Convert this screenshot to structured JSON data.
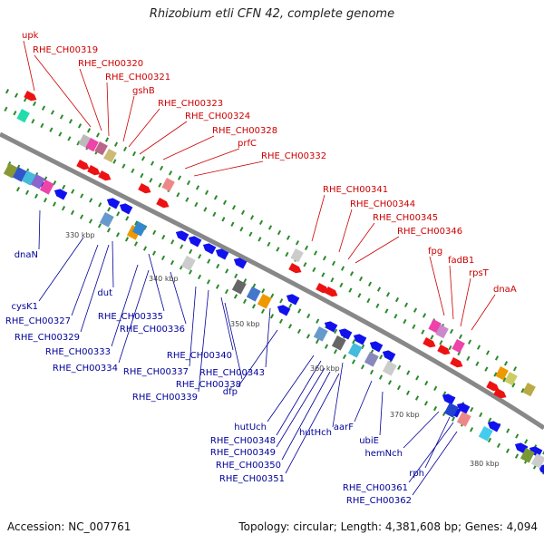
{
  "title": "Rhizobium etli CFN 42, complete genome",
  "footer": {
    "accession": "Accession: NC_007761",
    "stats": "Topology: circular; Length: 4,381,608 bp; Genes: 4,094"
  },
  "colors": {
    "upper_label": "#cc0000",
    "lower_label": "#000099",
    "forward_arrow": "#ee1111",
    "reverse_arrow": "#1111ee",
    "backbone": "#888888",
    "tick_dots": "#2a8a2a"
  },
  "upper_labels": [
    "upk",
    "RHE_CH00319",
    "RHE_CH00320",
    "RHE_CH00321",
    "gshB",
    "RHE_CH00323",
    "RHE_CH00324",
    "RHE_CH00328",
    "prfC",
    "RHE_CH00332",
    "RHE_CH00341",
    "RHE_CH00344",
    "RHE_CH00345",
    "RHE_CH00346",
    "fpg",
    "fadB1",
    "rpsT",
    "dnaA"
  ],
  "lower_labels": [
    "dnaN",
    "cysK1",
    "RHE_CH00327",
    "dut",
    "RHE_CH00329",
    "RHE_CH00335",
    "RHE_CH00333",
    "RHE_CH00336",
    "RHE_CH00334",
    "RHE_CH00340",
    "RHE_CH00337",
    "RHE_CH00338",
    "RHE_CH00343",
    "RHE_CH00339",
    "dfp",
    "hutUch",
    "RHE_CH00348",
    "hutHch",
    "RHE_CH00349",
    "aarF",
    "RHE_CH00350",
    "ubiE",
    "RHE_CH00351",
    "hemNch",
    "rph",
    "RHE_CH00361",
    "RHE_CH00362"
  ],
  "kbp_ticks": [
    "330 kbp",
    "340 kbp",
    "350 kbp",
    "360 kbp",
    "370 kbp",
    "380 kbp"
  ]
}
